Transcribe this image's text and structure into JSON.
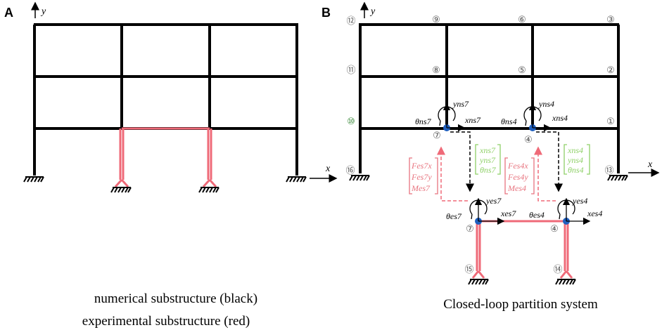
{
  "panel_a": {
    "label": "A",
    "axis_y": "y",
    "axis_x": "x",
    "caption_line1": "numerical substructure (black)",
    "caption_line2": "experimental substructure (red)"
  },
  "panel_b": {
    "label": "B",
    "axis_y": "y",
    "axis_x": "x",
    "caption": "Closed-loop partition system",
    "nodes": {
      "n1": "①",
      "n2": "②",
      "n3": "③",
      "n4": "④",
      "n5": "⑤",
      "n6": "⑥",
      "n7": "⑦",
      "n8": "⑧",
      "n9": "⑨",
      "n10": "⑩",
      "n11": "⑪",
      "n12": "⑫",
      "n13": "⑬",
      "n14": "⑭",
      "n15": "⑮",
      "n16": "⑯"
    },
    "ns7": {
      "theta": "θns7",
      "x": "xns7",
      "y": "yns7"
    },
    "ns4": {
      "theta": "θns4",
      "x": "xns4",
      "y": "yns4"
    },
    "es7": {
      "theta": "θes7",
      "x": "xes7",
      "y": "yes7"
    },
    "es4": {
      "theta": "θes4",
      "x": "xes4",
      "y": "yes4"
    },
    "vec_green7": [
      "xns7",
      "yns7",
      "θns7"
    ],
    "vec_red7": [
      "Fes7x",
      "Fes7y",
      "Mes7"
    ],
    "vec_green4": [
      "xns4",
      "yns4",
      "θns4"
    ],
    "vec_red4": [
      "Fes4x",
      "Fes4y",
      "Mes4"
    ]
  },
  "colors": {
    "frame": "#000000",
    "experimental": "#ef6a78",
    "vector_green": "#8fd068",
    "vector_red": "#e8747f",
    "node_dot": "#1f5fbf",
    "node_label": "#555555"
  }
}
